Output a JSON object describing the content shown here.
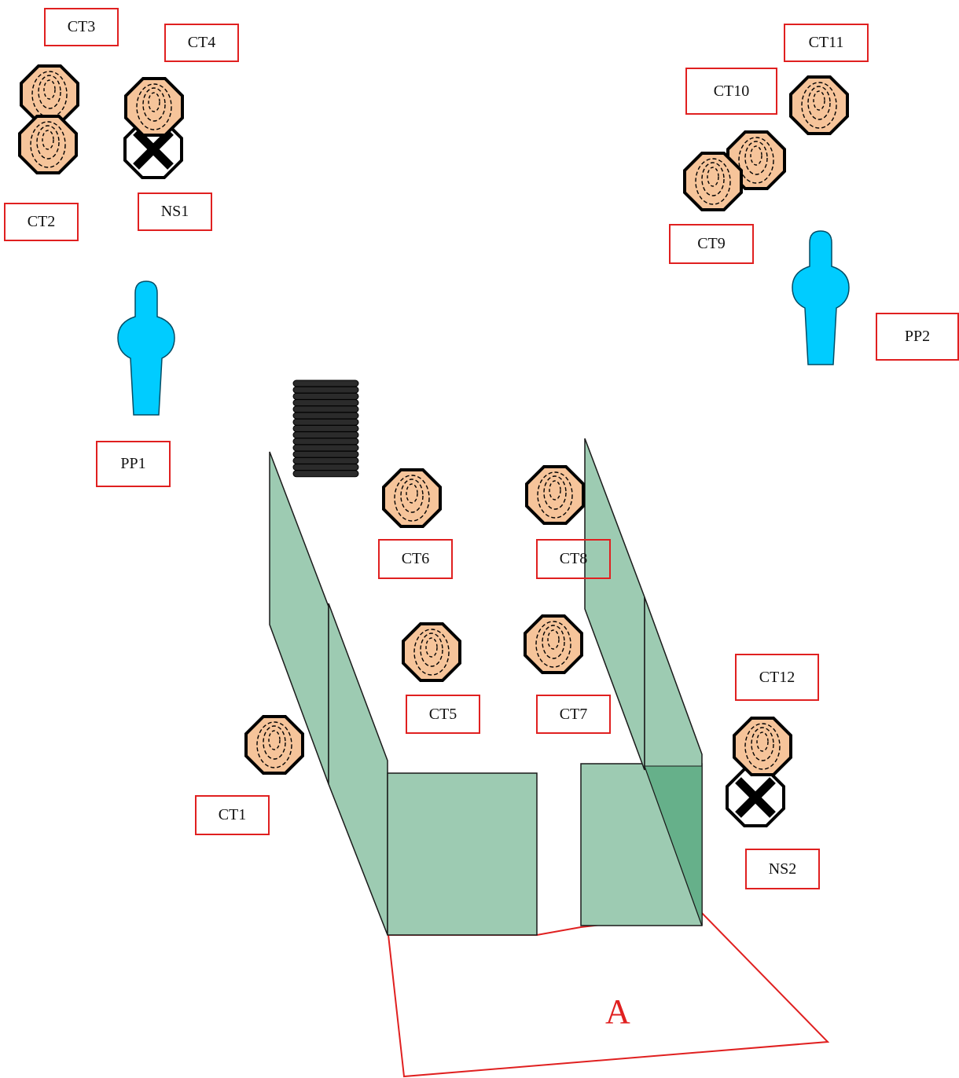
{
  "colors": {
    "target_fill": "#f6c49a",
    "target_stroke": "#000000",
    "noshoot_fill": "#ffffff",
    "popper_fill": "#00ccff",
    "popper_stroke": "#004d66",
    "wall_fill": "#9dcbb2",
    "wall_dark_fill": "#66b08a",
    "wall_stroke": "#1a1a1a",
    "label_border": "#e02020",
    "area_line": "#e02020",
    "barrel_fill": "#2b2b2b"
  },
  "labels": {
    "ct1": "CT1",
    "ct2": "CT2",
    "ct3": "CT3",
    "ct4": "CT4",
    "ct5": "CT5",
    "ct6": "CT6",
    "ct7": "CT7",
    "ct8": "CT8",
    "ct9": "CT9",
    "ct10": "CT10",
    "ct11": "CT11",
    "ct12": "CT12",
    "ns1": "NS1",
    "ns2": "NS2",
    "pp1": "PP1",
    "pp2": "PP2",
    "area": "A"
  },
  "icons": {
    "target": "octagon-target-icon",
    "noshoot": "x-octagon-no-shoot-icon",
    "popper": "popper-icon",
    "barrel": "barrel-stack-icon"
  }
}
